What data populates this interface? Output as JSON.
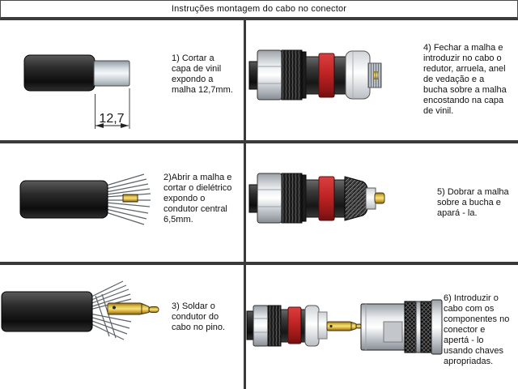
{
  "title": "Instruções montagem do cabo no conector",
  "panels": [
    {
      "step": 1,
      "instruction": "1) Cortar a\ncapa de vinil\nexpondo a\nmalha 12,7mm.",
      "dimension_label": "12,7"
    },
    {
      "step": 2,
      "instruction": "2)Abrir a malha e\ncortar o dielétrico\nexpondo o\ncondutor central\n6,5mm."
    },
    {
      "step": 3,
      "instruction": "3) Soldar o\ncondutor do\ncabo no pino."
    },
    {
      "step": 4,
      "instruction": "4) Fechar a malha e\nintroduzir no cabo o\nredutor, arruela, anel\nde vedação e a\nbucha sobre a malha\nencostando na capa\nde vinil."
    },
    {
      "step": 5,
      "instruction": "5) Dobrar a malha\nsobre a bucha e\napará - la."
    },
    {
      "step": 6,
      "instruction": "6) Introduzir o\ncabo com os\ncomponentes no\nconector e\napertá - lo\nusando chaves\napropriadas."
    }
  ],
  "colors": {
    "grid_line": "#3a3a3a",
    "cable_jacket": "#1a1a1a",
    "braid_silver": "#c4cdd2",
    "seal_ring_red": "#b02020",
    "pin_gold": "#d9b93f"
  }
}
